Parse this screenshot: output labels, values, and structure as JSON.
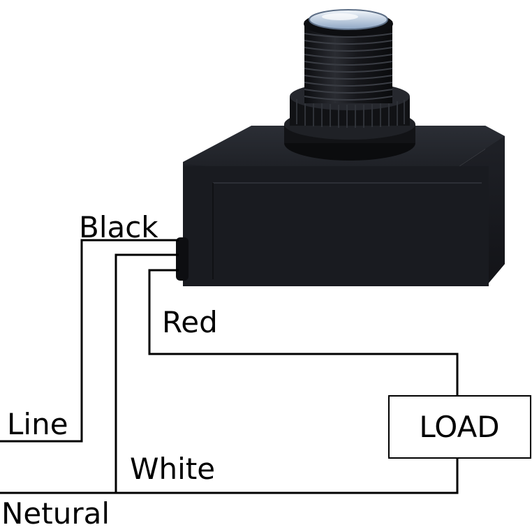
{
  "labels": {
    "black": "Black",
    "red": "Red",
    "line": "Line",
    "white": "White",
    "neutral": "Netural",
    "load": "LOAD"
  },
  "colors": {
    "wire": "#000000",
    "device_body": "#15171c",
    "lens": "#d7e3f1"
  }
}
